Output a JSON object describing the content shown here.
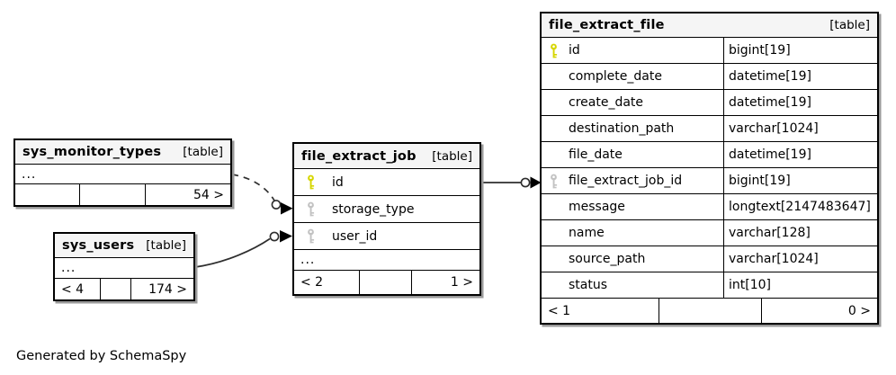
{
  "page": {
    "generated_note": "Generated by SchemaSpy"
  },
  "colors": {
    "primary_key_icon": "#d6d600",
    "foreign_key_icon": "#c2c2c2",
    "table_header_bg": "#f5f5f5",
    "border": "#000000",
    "relationship_line": "#2e2e2e"
  },
  "icons": {
    "primary_key": "key-icon",
    "foreign_key": "key-icon",
    "relationship_endpoint": "circle-arrow-connector"
  },
  "tables": {
    "file_extract_file": {
      "title": "file_extract_file",
      "badge": "[table]",
      "columns": [
        {
          "name": "id",
          "type": "bigint[19]",
          "key": "primary"
        },
        {
          "name": "complete_date",
          "type": "datetime[19]",
          "key": null
        },
        {
          "name": "create_date",
          "type": "datetime[19]",
          "key": null
        },
        {
          "name": "destination_path",
          "type": "varchar[1024]",
          "key": null
        },
        {
          "name": "file_date",
          "type": "datetime[19]",
          "key": null
        },
        {
          "name": "file_extract_job_id",
          "type": "bigint[19]",
          "key": "foreign"
        },
        {
          "name": "message",
          "type": "longtext[2147483647]",
          "key": null
        },
        {
          "name": "name",
          "type": "varchar[128]",
          "key": null
        },
        {
          "name": "source_path",
          "type": "varchar[1024]",
          "key": null
        },
        {
          "name": "status",
          "type": "int[10]",
          "key": null
        }
      ],
      "footer": {
        "left": "< 1",
        "mid": "",
        "right": "0 >"
      }
    },
    "file_extract_job": {
      "title": "file_extract_job",
      "badge": "[table]",
      "columns": [
        {
          "name": "id",
          "key": "primary"
        },
        {
          "name": "storage_type",
          "key": "foreign"
        },
        {
          "name": "user_id",
          "key": "foreign"
        }
      ],
      "ellipsis": "...",
      "footer": {
        "left": "< 2",
        "mid": "",
        "right": "1 >"
      }
    },
    "sys_monitor_types": {
      "title": "sys_monitor_types",
      "badge": "[table]",
      "ellipsis": "...",
      "footer": {
        "left": "",
        "mid": "",
        "right": "54 >"
      }
    },
    "sys_users": {
      "title": "sys_users",
      "badge": "[table]",
      "ellipsis": "...",
      "footer": {
        "left": "< 4",
        "mid": "",
        "right": "174 >"
      }
    }
  }
}
